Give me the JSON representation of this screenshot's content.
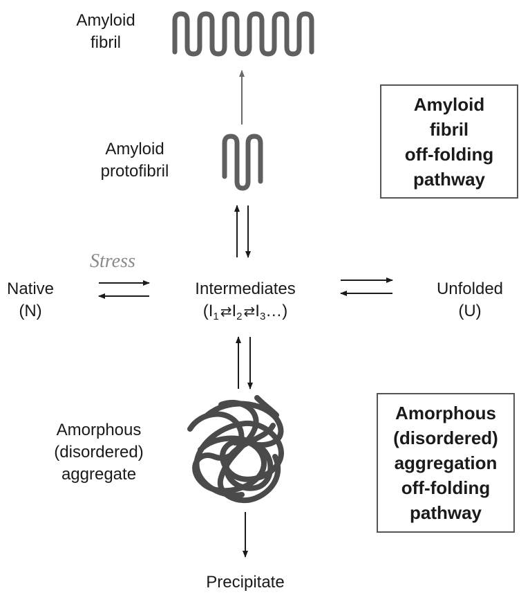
{
  "nodes": {
    "amyloid_fibril": [
      "Amyloid",
      "fibril"
    ],
    "amyloid_protofibril": [
      "Amyloid",
      "protofibril"
    ],
    "native": [
      "Native",
      "(N)"
    ],
    "intermediates": {
      "title": "Intermediates",
      "i1": "I",
      "i1_sub": "1",
      "i2": "I",
      "i2_sub": "2",
      "i3": "I",
      "i3_sub": "3",
      "ellipsis": "…)",
      "open": "(",
      "eq": "⇄"
    },
    "unfolded": [
      "Unfolded",
      "(U)"
    ],
    "amorphous_aggregate": [
      "Amorphous",
      "(disordered)",
      "aggregate"
    ],
    "precipitate": "Precipitate",
    "stress": "Stress"
  },
  "pathways": {
    "amyloid": [
      "Amyloid",
      "fibril",
      "off-folding",
      "pathway"
    ],
    "amorphous": [
      "Amorphous",
      "(disordered)",
      "aggregation",
      "off-folding",
      "pathway"
    ]
  },
  "colors": {
    "shape": "#5f5f5f",
    "arrow": "#1a1a1a",
    "stress": "#8a8a8a",
    "box_border": "#555555"
  }
}
